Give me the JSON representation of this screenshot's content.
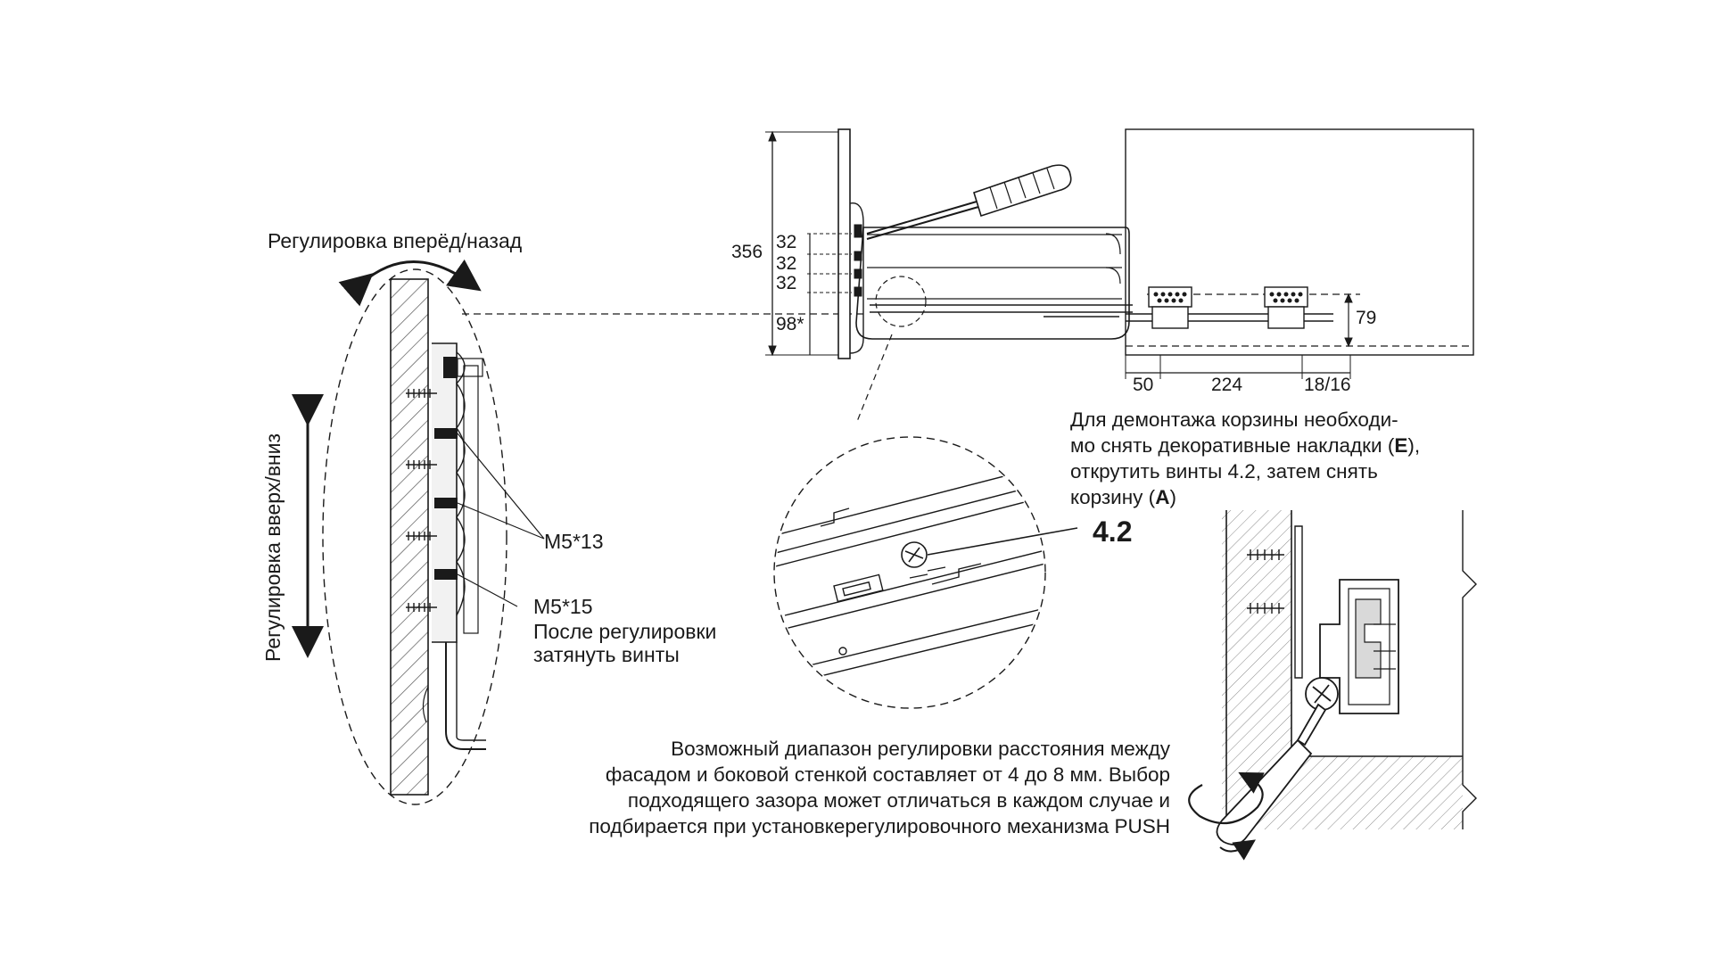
{
  "labels": {
    "adjust_forward_back": "Регулировка вперёд/назад",
    "adjust_up_down": "Регулировка вверх/вниз",
    "screw_m5_13": "M5*13",
    "screw_m5_15": "M5*15",
    "tighten_line1": "После регулировки",
    "tighten_line2": "затянуть винты",
    "callout_4_2": "4.2"
  },
  "dimensions": {
    "height_356": "356",
    "pitch_32_a": "32",
    "pitch_32_b": "32",
    "pitch_32_c": "32",
    "bottom_98": "98*",
    "right_79": "79",
    "bottom_50": "50",
    "bottom_224": "224",
    "bottom_18_16": "18/16"
  },
  "removal_note": {
    "line1": "Для демонтажа корзины необходи-",
    "line2_a": "мо снять декоративные накладки (",
    "line2_bold": "E",
    "line2_b": "),",
    "line3": "открутить винты 4.2, затем снять",
    "line4_a": "корзину (",
    "line4_bold": "A",
    "line4_b": ")"
  },
  "range_note": {
    "line1": "Возможный диапазон регулировки расстояния между",
    "line2": "фасадом и боковой стенкой составляет от 4 до 8 мм. Выбор",
    "line3": "подходящего зазора может отличаться в каждом случае и",
    "line4": "подбирается при установкерегулировочного механизма PUSH"
  },
  "colors": {
    "line": "#1a1a1a",
    "hatch": "#555555",
    "gray_fill": "#d9d9d9",
    "background": "#ffffff"
  }
}
